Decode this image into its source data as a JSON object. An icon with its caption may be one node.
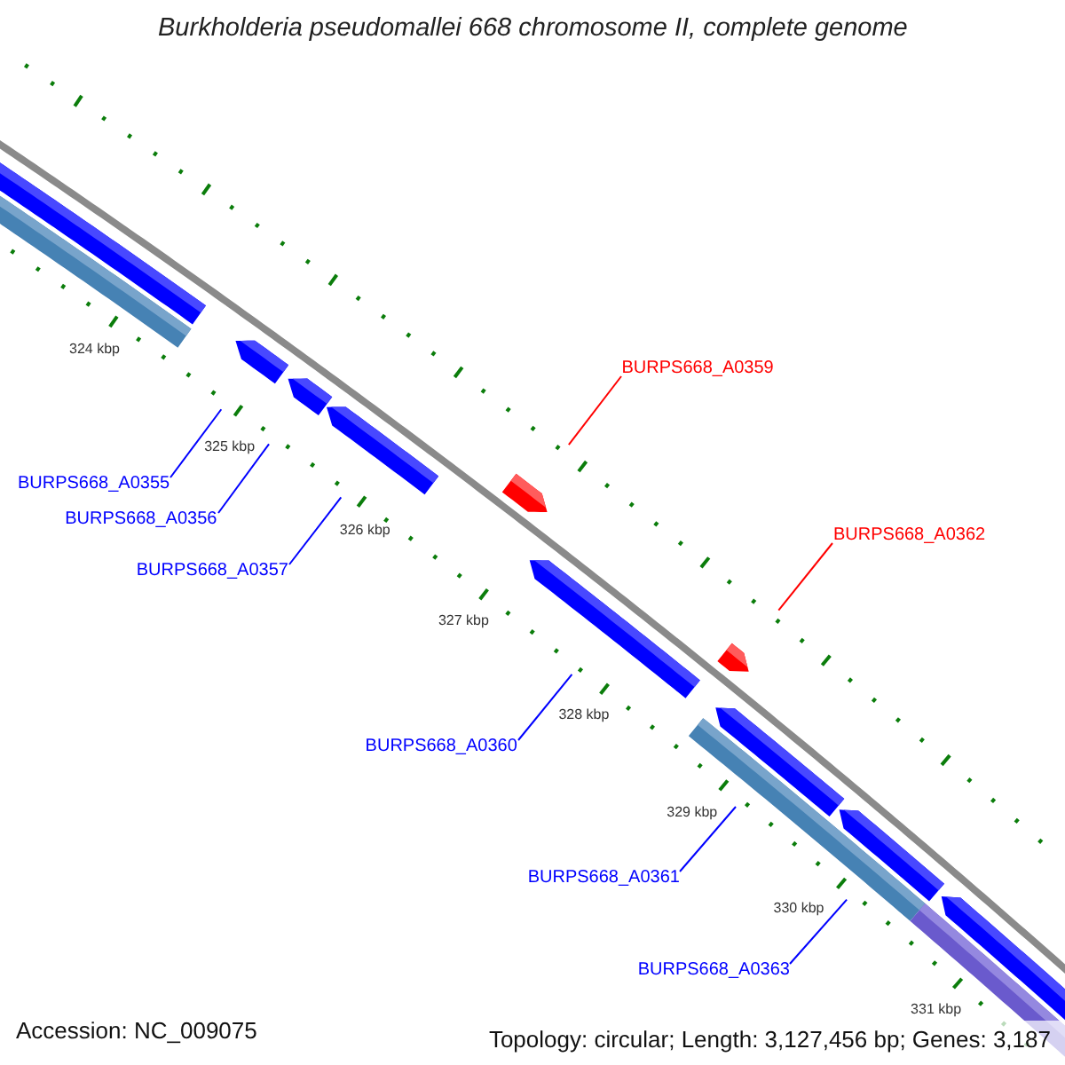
{
  "diagram": {
    "title": "Burkholderia pseudomallei 668 chromosome II, complete genome",
    "nodes": [
      {
        "text": [
          "BURPS668_A0359"
        ]
      },
      {
        "text": [
          "BURPS668_A0355"
        ]
      },
      {
        "text": [
          "BURPS668_A0356"
        ]
      },
      {
        "text": [
          "BURPS668_A0362"
        ]
      },
      {
        "text": [
          "BURPS668_A0357"
        ]
      },
      {
        "text": [
          "BURPS668_A0360"
        ]
      },
      {
        "text": [
          "BURPS668_A0361"
        ]
      },
      {
        "text": [
          "BURPS668_A0363"
        ]
      },
      {
        "text": [],
        "shape": "bar"
      },
      {
        "text": [],
        "shape": "bar"
      },
      {
        "text": [],
        "shape": "bar"
      },
      {
        "text": [],
        "shape": "bar"
      },
      {
        "text": [],
        "shape": "bar"
      },
      {
        "text": [],
        "shape": "bar"
      },
      {
        "text": [],
        "shape": "bar"
      },
      {
        "text": [],
        "shape": "bar"
      },
      {
        "text": [],
        "shape": "bar"
      },
      {
        "text": [],
        "shape": "bar"
      },
      {
        "text": [],
        "shape": "bar"
      },
      {
        "text": [],
        "shape": "bar"
      },
      {
        "text": [],
        "shape": "bar"
      }
    ],
    "edges": [
      {
        "from": 0,
        "to": 13,
        "arrow": "none",
        "color": "#ff0000"
      },
      {
        "from": 1,
        "to": 10,
        "arrow": "none"
      },
      {
        "from": 2,
        "to": 11,
        "arrow": "none"
      },
      {
        "from": 3,
        "to": 15,
        "arrow": "none",
        "color": "#ff0000"
      },
      {
        "from": 4,
        "to": 12,
        "arrow": "none"
      },
      {
        "from": 5,
        "to": 14,
        "arrow": "none"
      },
      {
        "from": 6,
        "to": 16,
        "arrow": "none"
      },
      {
        "from": 7,
        "to": 18,
        "arrow": "none"
      }
    ],
    "labels": [
      "324 kbp",
      "325 kbp",
      "326 kbp",
      "327 kbp",
      "328 kbp",
      "329 kbp",
      "330 kbp",
      "331 kbp",
      "Accession: NC_009075",
      "Topology: circular; Length: 3,127,456 bp; Genes: 3,187"
    ]
  }
}
